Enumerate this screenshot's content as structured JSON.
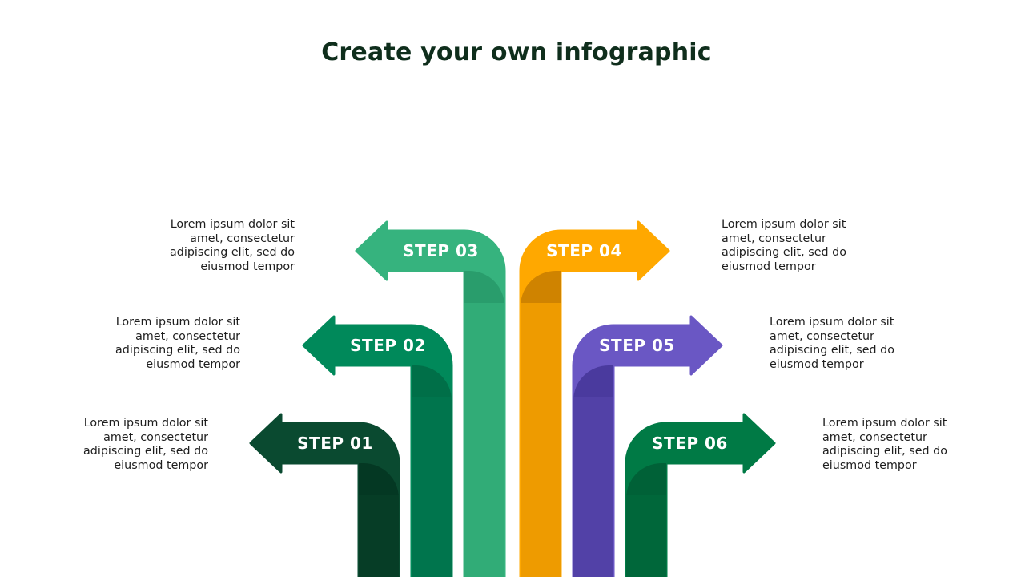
{
  "title": "Create your own infographic",
  "steps": [
    {
      "label": "STEP 01",
      "text": "Lorem ipsum dolor sit amet, consectetur adipiscing elit, sed do eiusmod tempor",
      "color": "#0a4a30",
      "stem_dark": "#002a1a",
      "direction": "left"
    },
    {
      "label": "STEP 02",
      "text": "Lorem ipsum dolor sit amet, consectetur adipiscing elit, sed do eiusmod tempor",
      "color": "#00895a",
      "stem_dark": "#005a3b",
      "direction": "left"
    },
    {
      "label": "STEP 03",
      "text": "Lorem ipsum dolor sit amet, consectetur adipiscing elit, sed do eiusmod tempor",
      "color": "#36b37e",
      "stem_dark": "#1f8a5c",
      "direction": "left"
    },
    {
      "label": "STEP 04",
      "text": "Lorem ipsum dolor sit amet, consectetur adipiscing elit, sed do eiusmod tempor",
      "color": "#ffa800",
      "stem_dark": "#a86500",
      "direction": "right"
    },
    {
      "label": "STEP 05",
      "text": "Lorem ipsum dolor sit amet, consectetur adipiscing elit, sed do eiusmod tempor",
      "color": "#6a57c4",
      "stem_dark": "#2f2280",
      "direction": "right"
    },
    {
      "label": "STEP 06",
      "text": "Lorem ipsum dolor sit amet, consectetur adipiscing elit, sed do eiusmod tempor",
      "color": "#007a45",
      "stem_dark": "#004d2c",
      "direction": "right"
    }
  ]
}
